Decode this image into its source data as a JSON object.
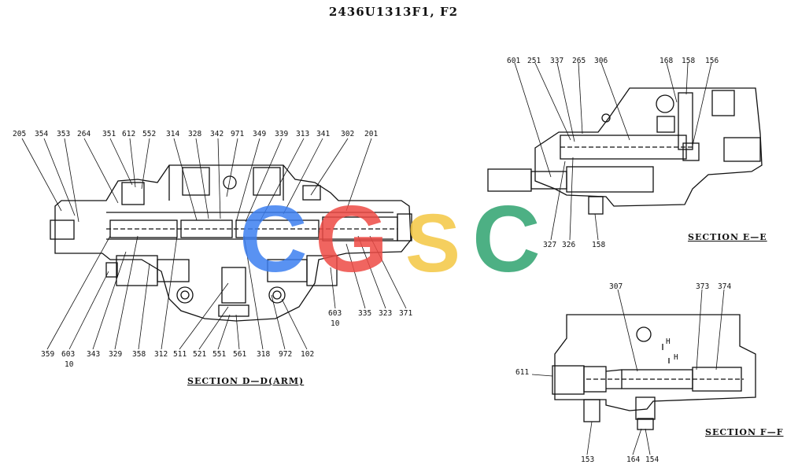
{
  "title": "2436U1313F1, F2",
  "sections": {
    "dd": "SECTION D—D(ARM)",
    "ee": "SECTION E—E",
    "ff": "SECTION F—F"
  },
  "marks": {
    "h_top": "H",
    "h_bot": "H"
  },
  "watermark": {
    "letters": [
      "C",
      "G",
      "S",
      "C"
    ],
    "colors": [
      "#3d7ff0",
      "#ee4b45",
      "#f4c742",
      "#2fa36f"
    ]
  },
  "parts_dd_top": [
    "205",
    "354",
    "353",
    "264",
    "351",
    "612",
    "552",
    "314",
    "328",
    "342",
    "971",
    "349",
    "339",
    "313",
    "341",
    "302",
    "201"
  ],
  "parts_dd_bottom": [
    "359",
    "603",
    "10",
    "343",
    "329",
    "358",
    "312",
    "511",
    "521",
    "551",
    "561",
    "318",
    "972",
    "102",
    "603",
    "10",
    "335",
    "323",
    "371"
  ],
  "parts_ee": [
    "601",
    "251",
    "337",
    "265",
    "306",
    "168",
    "158",
    "156",
    "327",
    "326",
    "158"
  ],
  "parts_ff": [
    "307",
    "373",
    "374",
    "611",
    "153",
    "164",
    "154"
  ]
}
